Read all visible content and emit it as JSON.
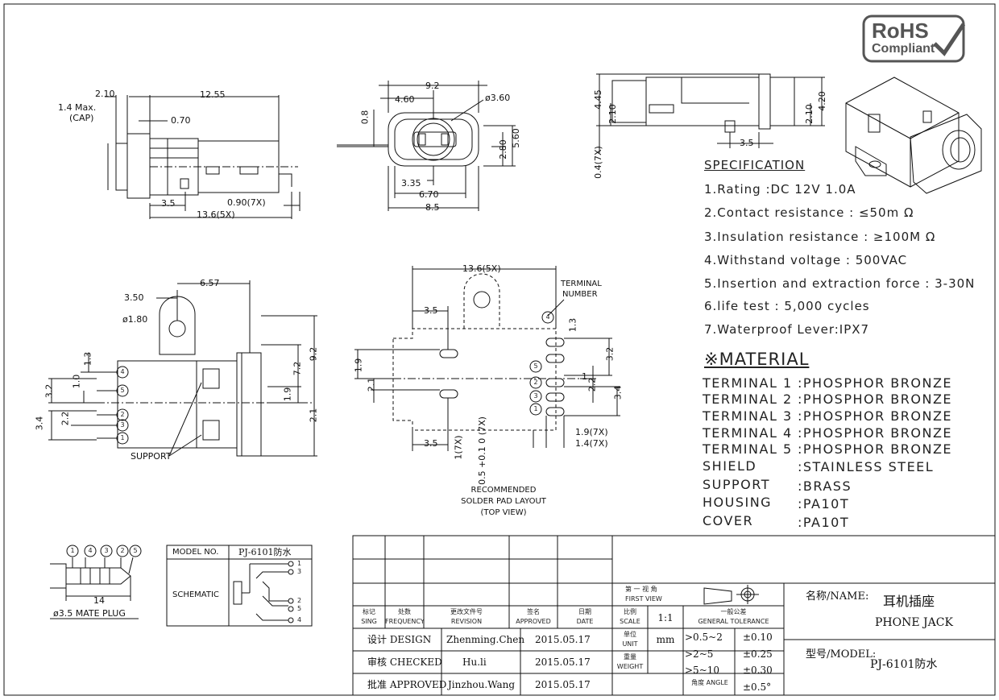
{
  "rohs": {
    "line1": "RoHS",
    "line2": "Compliant"
  },
  "spec": {
    "title": "SPECIFICATION",
    "items": [
      "1.Rating  :DC 12V 1.0A",
      "2.Contact resistance : ≤50m Ω",
      "3.Insulation resistance : ≥100M Ω",
      "4.Withstand voltage : 500VAC",
      "5.Insertion and extraction force : 3-30N",
      "6.life test : 5,000 cycles",
      "7.Waterproof Lever:IPX7"
    ]
  },
  "material": {
    "title": "※MATERIAL",
    "rows": [
      {
        "k": "TERMINAL 1",
        "v": ":PHOSPHOR BRONZE"
      },
      {
        "k": "TERMINAL 2",
        "v": ":PHOSPHOR BRONZE"
      },
      {
        "k": "TERMINAL 3",
        "v": ":PHOSPHOR BRONZE"
      },
      {
        "k": "TERMINAL 4",
        "v": ":PHOSPHOR BRONZE"
      },
      {
        "k": "TERMINAL 5",
        "v": ":PHOSPHOR BRONZE"
      },
      {
        "k": "SHIELD",
        "v": ":STAINLESS STEEL"
      },
      {
        "k": "SUPPORT",
        "v": ":BRASS"
      },
      {
        "k": "HOUSING",
        "v": ":PA10T"
      },
      {
        "k": "COVER",
        "v": ":PA10T"
      }
    ]
  },
  "dims": {
    "d210": "2.10",
    "d1255": "12.55",
    "d14max": "1.4 Max.",
    "cap": "(CAP)",
    "d070": "0.70",
    "d35a": "3.5",
    "d090": "0.90(7X)",
    "d136": "13.6(5X)",
    "d92": "9.2",
    "d460": "4.60",
    "d360": "ø3.60",
    "d08": "0.8",
    "d280": "2.80",
    "d560": "5.60",
    "d335": "3.35",
    "d670": "6.70",
    "d85": "8.5",
    "d445": "4.45",
    "d210b": "2.10",
    "d420": "4.20",
    "d210c": "2.10",
    "d35b": "3.5",
    "d04": "0.4(7X)",
    "d350": "3.50",
    "d657": "6.57",
    "d180": "ø1.80",
    "d13a": "1.3",
    "d32a": "3.2",
    "d10": "1.0",
    "d72": "7.2",
    "d92b": "9.2",
    "d19a": "1.9",
    "d22a": "2.2",
    "d34a": "3.4",
    "d21a": "2.1",
    "support": "SUPPORT",
    "d136b": "13.6(5X)",
    "d35c": "3.5",
    "terminal": "TERMINAL",
    "number": "NUMBER",
    "d13b": "1.3",
    "d32b": "3.2",
    "d19b": "1.9",
    "d21b": "2.1",
    "d1b": "1",
    "d22b": "2.2",
    "d34b": "3.4",
    "d35d": "3.5",
    "d17x": "1(7X)",
    "d05": "0.5 +0.1 0 (7X)",
    "d197x": "1.9(7X)",
    "d147x": "1.4(7X)",
    "pad1": "RECOMMENDED",
    "pad2": "SOLDER PAD LAYOUT",
    "pad3": "(TOP VIEW)",
    "d14": "14",
    "plug": "ø3.5 MATE PLUG",
    "pins": [
      "1",
      "2",
      "3",
      "4",
      "5"
    ]
  },
  "model_box": {
    "label": "MODEL NO.",
    "value": "PJ-6101防水",
    "schematic": "SCHEMATIC",
    "pins": [
      "1",
      "3",
      "2",
      "5",
      "4"
    ]
  },
  "title_block": {
    "cols": [
      {
        "cn": "标记",
        "en": "SING"
      },
      {
        "cn": "处数",
        "en": "FREQUENCY"
      },
      {
        "cn": "更改文件号",
        "en": "REVISION"
      },
      {
        "cn": "签名",
        "en": "APPROVED"
      },
      {
        "cn": "日期",
        "en": "DATE"
      }
    ],
    "scale_cn": "比例",
    "scale_en": "SCALE",
    "scale": "1:1",
    "view_cn": "第 一 视 角",
    "view_en": "FIRST VIEW",
    "tol_cn": "一般公差",
    "tol_en": "GENERAL TOLERANCE",
    "unit_cn": "单位",
    "unit_en": "UNIT",
    "unit": "mm",
    "weight_cn": "重量",
    "weight_en": "WEIGHT",
    "tol": [
      {
        "r": ">0.5~2",
        "v": "±0.10"
      },
      {
        "r": ">2~5",
        "v": "±0.25"
      },
      {
        "r": ">5~10",
        "v": "±0.30"
      },
      {
        "r": "角度 ANGLE",
        "v": "±0.5°"
      }
    ],
    "rows": [
      {
        "role": "设计 DESIGN",
        "name": "Zhenming.Chen",
        "date": "2015.05.17"
      },
      {
        "role": "审核 CHECKED",
        "name": "Hu.li",
        "date": "2015.05.17"
      },
      {
        "role": "批准 APPROVED",
        "name": "Jinzhou.Wang",
        "date": "2015.05.17"
      }
    ],
    "name_label": "名称/NAME:",
    "name_cn": "耳机插座",
    "name_en": "PHONE JACK",
    "model_label": "型号/MODEL:",
    "model": "PJ-6101防水"
  }
}
